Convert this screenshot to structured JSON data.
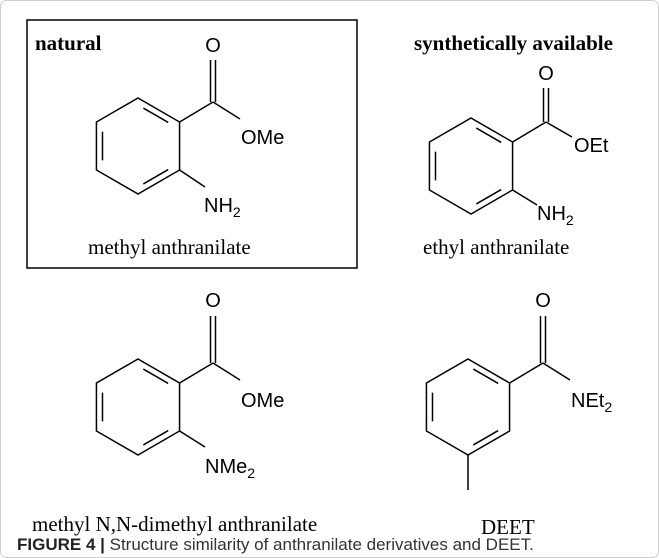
{
  "figure": {
    "headings": {
      "natural": "natural",
      "synthetic": "synthetically available"
    },
    "compounds": [
      {
        "name": "methyl anthranilate",
        "atoms": {
          "carbonyl_o": "O",
          "ester": "OMe",
          "amine": "NH",
          "amine_sub": "2"
        }
      },
      {
        "name": "ethyl anthranilate",
        "atoms": {
          "carbonyl_o": "O",
          "ester": "OEt",
          "amine": "NH",
          "amine_sub": "2"
        }
      },
      {
        "name": "methyl N,N-dimethyl anthranilate",
        "atoms": {
          "carbonyl_o": "O",
          "ester": "OMe",
          "amine": "NMe",
          "amine_sub": "2"
        }
      },
      {
        "name": "DEET",
        "atoms": {
          "carbonyl_o": "O",
          "amide": "NEt",
          "amide_sub": "2"
        }
      }
    ]
  },
  "caption": {
    "label": "FIGURE 4 |",
    "text": "Structure similarity of anthranilate derivatives and DEET."
  },
  "colors": {
    "ink": "#000000",
    "frame": "#cfcfcf",
    "caption_text": "#333333"
  }
}
